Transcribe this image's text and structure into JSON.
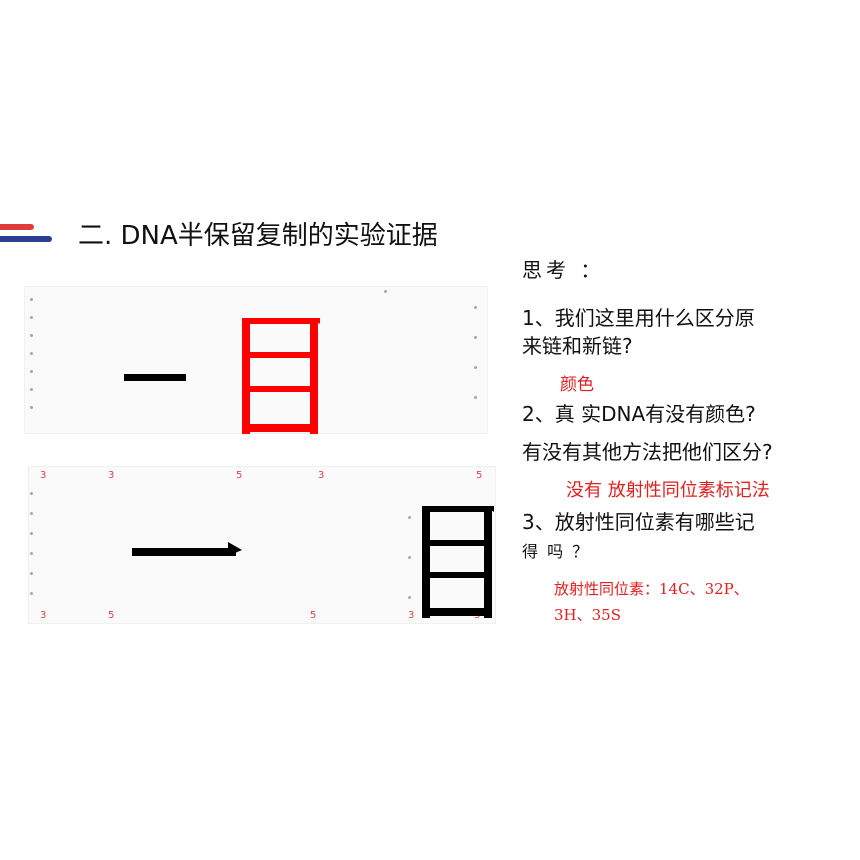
{
  "title": "二. DNA半保留复制的实验证据",
  "think_label": "思考 ：",
  "q1_line1": "1、我们这里用什么区分原",
  "q1_line2": "来链和新链?",
  "a1": "颜色",
  "q2_line1": "2、真  实DNA有没有颜色?",
  "q2_line2": "有没有其他方法把他们区分?",
  "a2": "没有    放射性同位素标记法",
  "q3_line1": "3、放射性同位素有哪些记",
  "q3_line2": "得 吗 ？",
  "a3_line1": "放射性同位素：14C、32P、",
  "a3_line2": "3H、35S",
  "bottom_panel_labels": [
    "3",
    "3",
    "5",
    "3",
    "5",
    "3",
    "5",
    "5",
    "3",
    "5"
  ],
  "colors": {
    "accent_red": "#e23b3b",
    "accent_blue": "#2e3f8f",
    "new_strand": "#ff0000",
    "old_strand": "#000000",
    "answer": "#e02020"
  }
}
